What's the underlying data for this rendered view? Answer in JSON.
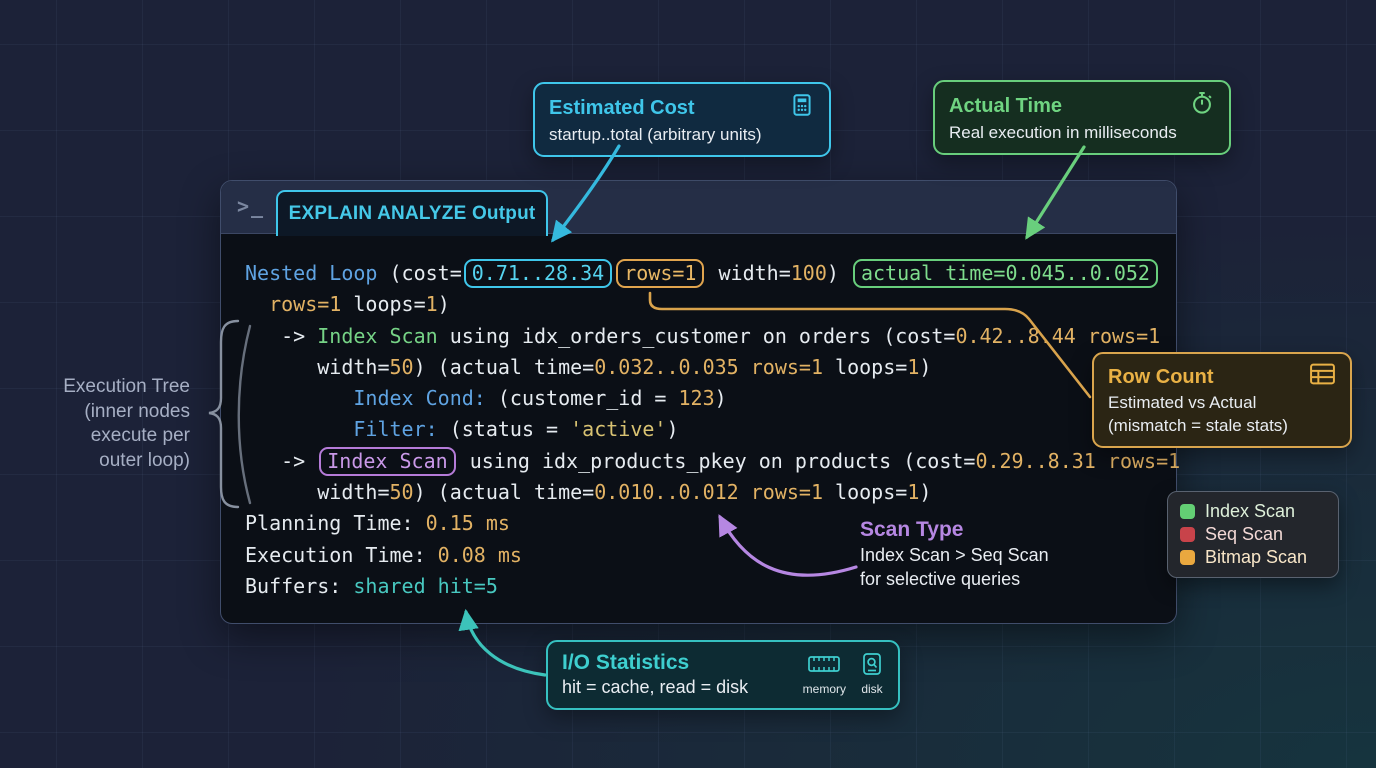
{
  "terminal": {
    "prompt": ">_",
    "tab_label": "EXPLAIN ANALYZE Output",
    "code_lines": [
      [
        {
          "c": "b",
          "t": "Nested Loop"
        },
        {
          "c": "w",
          "t": " (cost="
        },
        {
          "c": "bc",
          "t": "0.71..28.34"
        },
        {
          "c": "bo",
          "t": "rows=1"
        },
        {
          "c": "w",
          "t": " width="
        },
        {
          "c": "o",
          "t": "100"
        },
        {
          "c": "w",
          "t": ") "
        },
        {
          "c": "bg",
          "t": "actual time=0.045..0.052"
        }
      ],
      [
        {
          "c": "w",
          "t": "  "
        },
        {
          "c": "o",
          "t": "rows=1"
        },
        {
          "c": "w",
          "t": " loops="
        },
        {
          "c": "o",
          "t": "1"
        },
        {
          "c": "w",
          "t": ")"
        }
      ],
      [
        {
          "c": "w",
          "t": "   -> "
        },
        {
          "c": "g",
          "t": "Index Scan"
        },
        {
          "c": "w",
          "t": " using idx_orders_customer on orders (cost="
        },
        {
          "c": "o",
          "t": "0.42..8.44"
        },
        {
          "c": "w",
          "t": " "
        },
        {
          "c": "o",
          "t": "rows=1"
        }
      ],
      [
        {
          "c": "w",
          "t": "      width="
        },
        {
          "c": "o",
          "t": "50"
        },
        {
          "c": "w",
          "t": ") (actual time="
        },
        {
          "c": "o",
          "t": "0.032..0.035"
        },
        {
          "c": "w",
          "t": " "
        },
        {
          "c": "o",
          "t": "rows=1"
        },
        {
          "c": "w",
          "t": " loops="
        },
        {
          "c": "o",
          "t": "1"
        },
        {
          "c": "w",
          "t": ")"
        }
      ],
      [
        {
          "c": "w",
          "t": "         "
        },
        {
          "c": "b",
          "t": "Index Cond:"
        },
        {
          "c": "w",
          "t": " (customer_id = "
        },
        {
          "c": "o",
          "t": "123"
        },
        {
          "c": "w",
          "t": ")"
        }
      ],
      [
        {
          "c": "w",
          "t": "         "
        },
        {
          "c": "b",
          "t": "Filter:"
        },
        {
          "c": "w",
          "t": " (status = "
        },
        {
          "c": "y",
          "t": "'active'"
        },
        {
          "c": "w",
          "t": ")"
        }
      ],
      [
        {
          "c": "w",
          "t": "   -> "
        },
        {
          "c": "bp",
          "t": "Index Scan"
        },
        {
          "c": "w",
          "t": " using idx_products_pkey on products (cost="
        },
        {
          "c": "o",
          "t": "0.29..8.31"
        },
        {
          "c": "w",
          "t": " "
        },
        {
          "c": "o",
          "t": "rows=1"
        }
      ],
      [
        {
          "c": "w",
          "t": "      width="
        },
        {
          "c": "o",
          "t": "50"
        },
        {
          "c": "w",
          "t": ") (actual time="
        },
        {
          "c": "o",
          "t": "0.010..0.012"
        },
        {
          "c": "w",
          "t": " "
        },
        {
          "c": "o",
          "t": "rows=1"
        },
        {
          "c": "w",
          "t": " loops="
        },
        {
          "c": "o",
          "t": "1"
        },
        {
          "c": "w",
          "t": ")"
        }
      ],
      [
        {
          "c": "w",
          "t": "Planning Time: "
        },
        {
          "c": "o",
          "t": "0.15 ms"
        }
      ],
      [
        {
          "c": "w",
          "t": "Execution Time: "
        },
        {
          "c": "o",
          "t": "0.08 ms"
        }
      ],
      [
        {
          "c": "w",
          "t": "Buffers: "
        },
        {
          "c": "t",
          "t": "shared hit=5"
        }
      ]
    ]
  },
  "annotations": {
    "estimated_cost": {
      "title": "Estimated Cost",
      "subtitle": "startup..total (arbitrary units)",
      "icon": "calculator-icon"
    },
    "actual_time": {
      "title": "Actual Time",
      "subtitle": "Real execution in milliseconds",
      "icon": "stopwatch-icon"
    },
    "row_count": {
      "title": "Row Count",
      "subtitle_line1": "Estimated vs Actual",
      "subtitle_line2": "(mismatch = stale stats)",
      "icon": "table-icon"
    },
    "scan_type": {
      "title": "Scan Type",
      "line1": "Index Scan > Seq Scan",
      "line2": "for selective queries"
    },
    "io_statistics": {
      "title": "I/O Statistics",
      "subtitle": "hit = cache, read = disk",
      "memory_label": "memory",
      "disk_label": "disk"
    },
    "execution_tree": {
      "lines": [
        "Execution Tree",
        "(inner nodes",
        "execute per",
        "outer loop)"
      ]
    }
  },
  "legend": {
    "items": [
      {
        "label": "Index Scan",
        "swatch": "#63cf74",
        "text_color": "#def0da"
      },
      {
        "label": "Seq Scan",
        "swatch": "#c8434a",
        "text_color": "#f3d9d6"
      },
      {
        "label": "Bitmap Scan",
        "swatch": "#eaa83f",
        "text_color": "#f8e6c8"
      }
    ]
  },
  "colors": {
    "accent_cyan": "#3fc6ea",
    "accent_green": "#68ce7c",
    "accent_orange": "#d9a54d",
    "accent_purple": "#b687e2",
    "accent_teal": "#36c1c1",
    "code_blue": "#5fa3e2",
    "code_orange": "#e2b264",
    "background": "#1c2238"
  }
}
